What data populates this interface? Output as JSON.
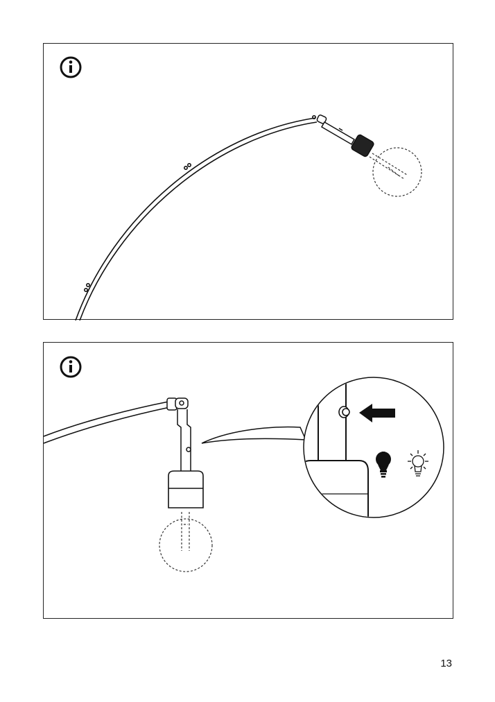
{
  "page": {
    "number": "13"
  },
  "panels": [
    {
      "icon": "info-icon",
      "illustration": "arc-lamp-arm-with-bulb"
    },
    {
      "icon": "info-icon",
      "illustration": "lamp-head-with-switch-detail",
      "detail_icons": [
        "arrow-left-icon",
        "bulb-off-icon",
        "bulb-on-icon"
      ]
    }
  ]
}
